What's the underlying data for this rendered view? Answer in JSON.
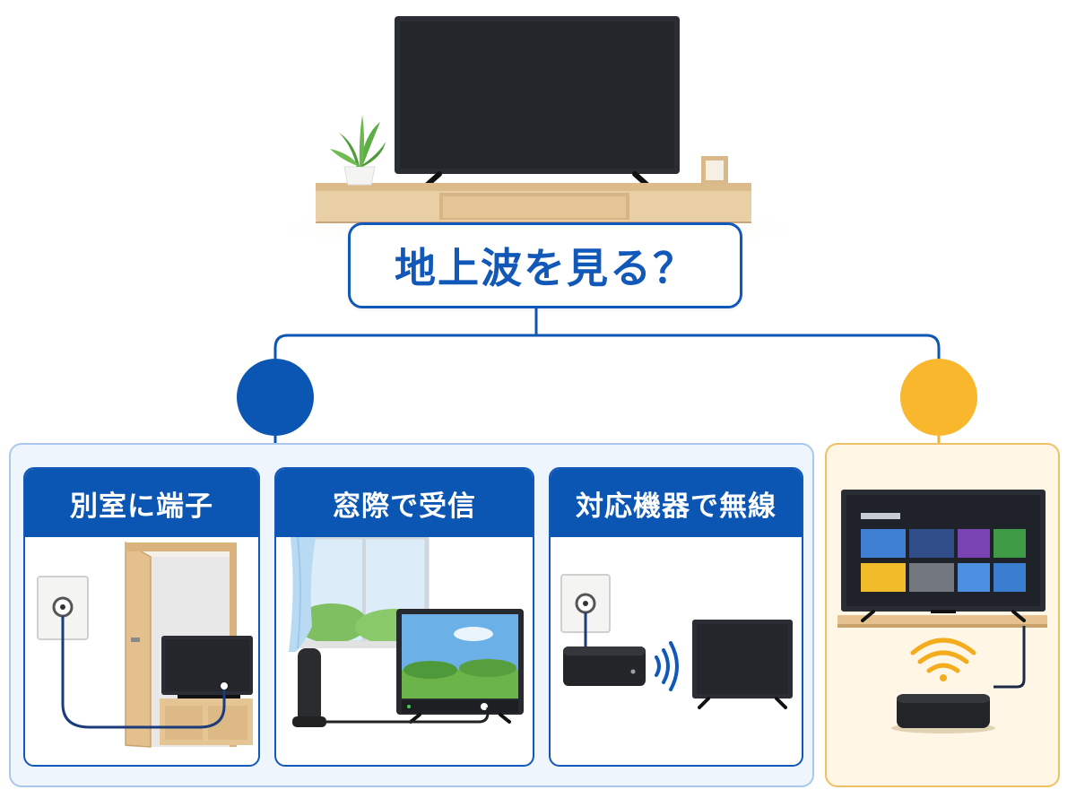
{
  "question": "地上波を見る？",
  "options": [
    {
      "label": "別室に端子"
    },
    {
      "label": "窓際で受信"
    },
    {
      "label": "対応機器で無線"
    }
  ],
  "colors": {
    "primary_blue": "#0b56b3",
    "accent_yellow": "#f9b72e",
    "group_bg": "#eef5fd",
    "right_group_bg": "#fff6e6",
    "tv_screen": "#23262b",
    "wood": "#e9cfa5"
  },
  "icons": [
    "tv-stand-illustration",
    "plant-icon",
    "photo-frame-icon",
    "antenna-wall-outlet-icon",
    "door-icon",
    "indoor-antenna-icon",
    "window-icon",
    "wireless-tuner-icon",
    "wifi-signal-icon",
    "smart-tv-icon",
    "streaming-box-icon"
  ]
}
